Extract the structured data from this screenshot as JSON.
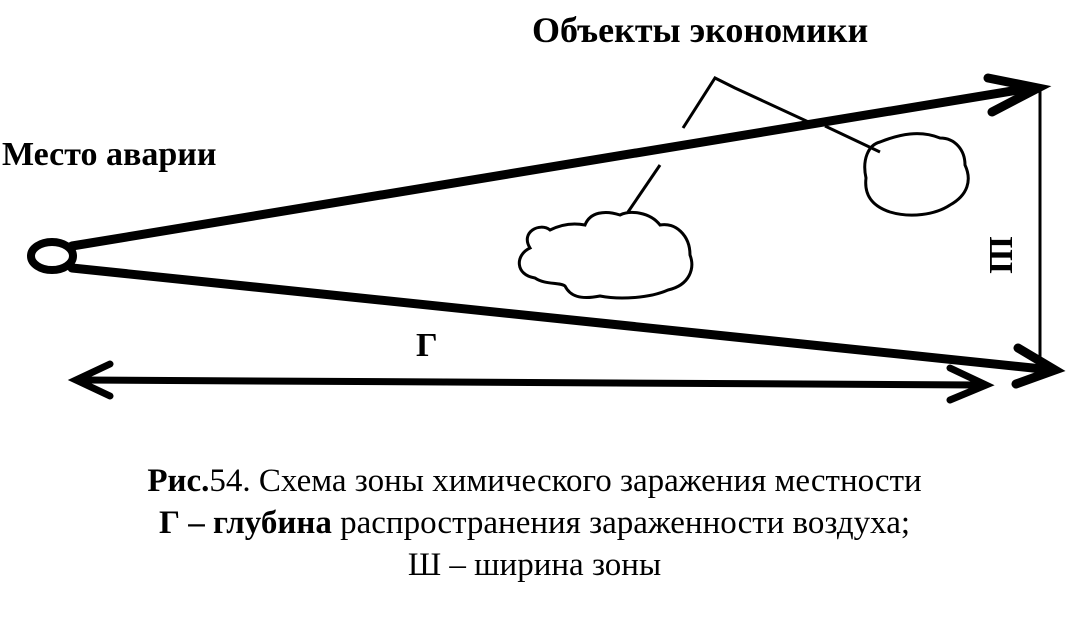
{
  "labels": {
    "objects": "Объекты экономики",
    "accident": "Место аварии",
    "depth_symbol": "Г",
    "width_symbol": "Ш"
  },
  "caption": {
    "line1_bold": "Рис.",
    "line1_rest": "54. Схема зоны химического заражения местности",
    "line2_bold": "Г – глубина",
    "line2_rest": " распространения зараженности воздуха;",
    "line3": "Ш – ширина зоны"
  },
  "colors": {
    "ink": "#000000",
    "paper": "#ffffff"
  }
}
